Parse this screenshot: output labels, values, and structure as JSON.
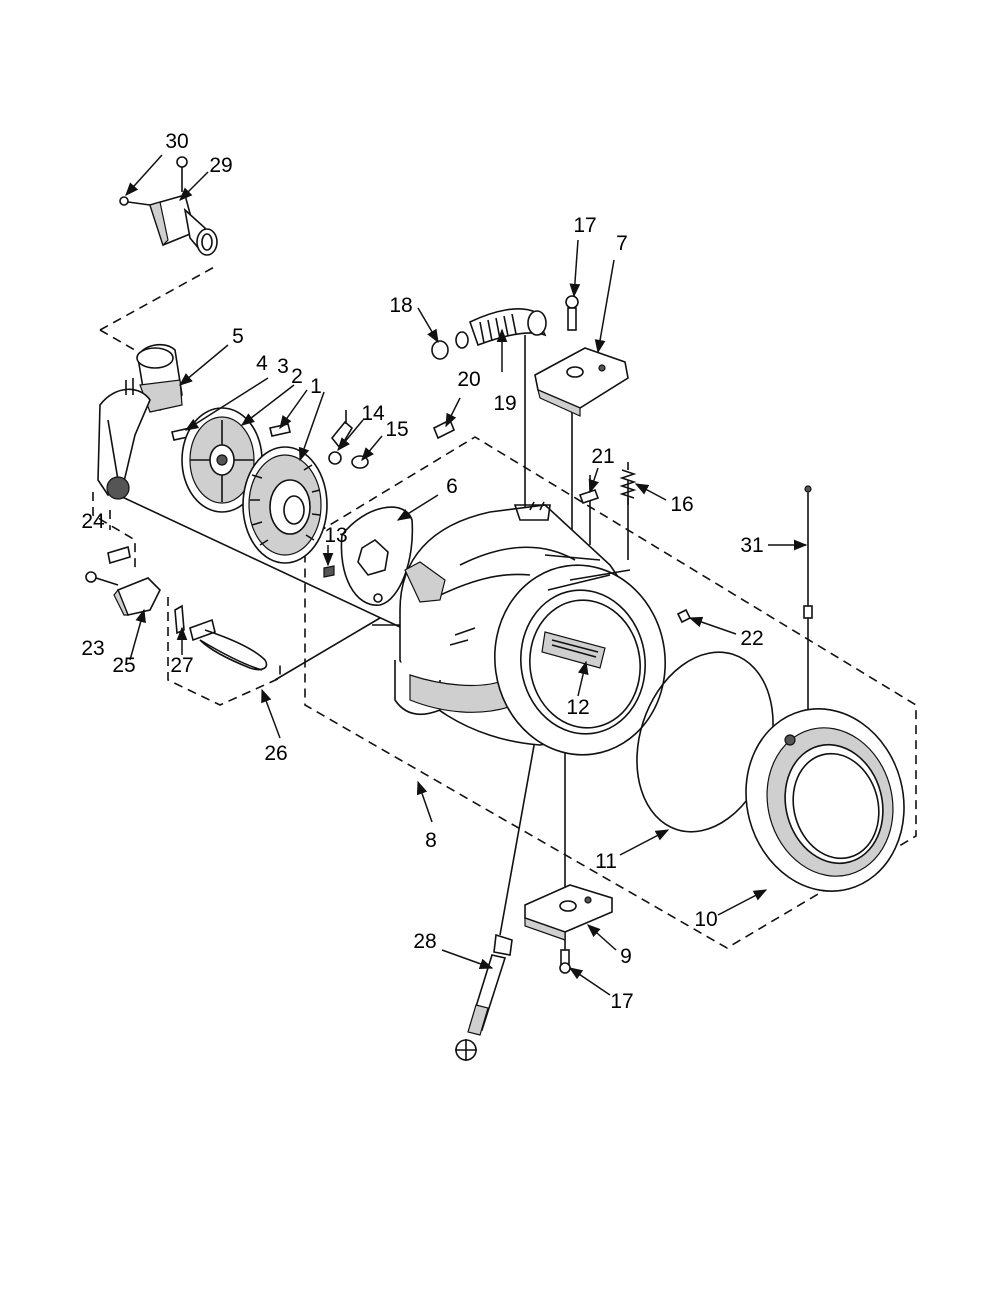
{
  "callouts": [
    {
      "label": "1"
    },
    {
      "label": "2"
    },
    {
      "label": "3"
    },
    {
      "label": "4"
    },
    {
      "label": "5"
    },
    {
      "label": "6"
    },
    {
      "label": "7"
    },
    {
      "label": "8"
    },
    {
      "label": "9"
    },
    {
      "label": "10"
    },
    {
      "label": "11"
    },
    {
      "label": "12"
    },
    {
      "label": "13"
    },
    {
      "label": "14"
    },
    {
      "label": "15"
    },
    {
      "label": "16"
    },
    {
      "label": "17"
    },
    {
      "label": "17"
    },
    {
      "label": "18"
    },
    {
      "label": "19"
    },
    {
      "label": "20"
    },
    {
      "label": "21"
    },
    {
      "label": "22"
    },
    {
      "label": "23"
    },
    {
      "label": "24"
    },
    {
      "label": "25"
    },
    {
      "label": "26"
    },
    {
      "label": "27"
    },
    {
      "label": "28"
    },
    {
      "label": "29"
    },
    {
      "label": "30"
    },
    {
      "label": "31"
    }
  ]
}
